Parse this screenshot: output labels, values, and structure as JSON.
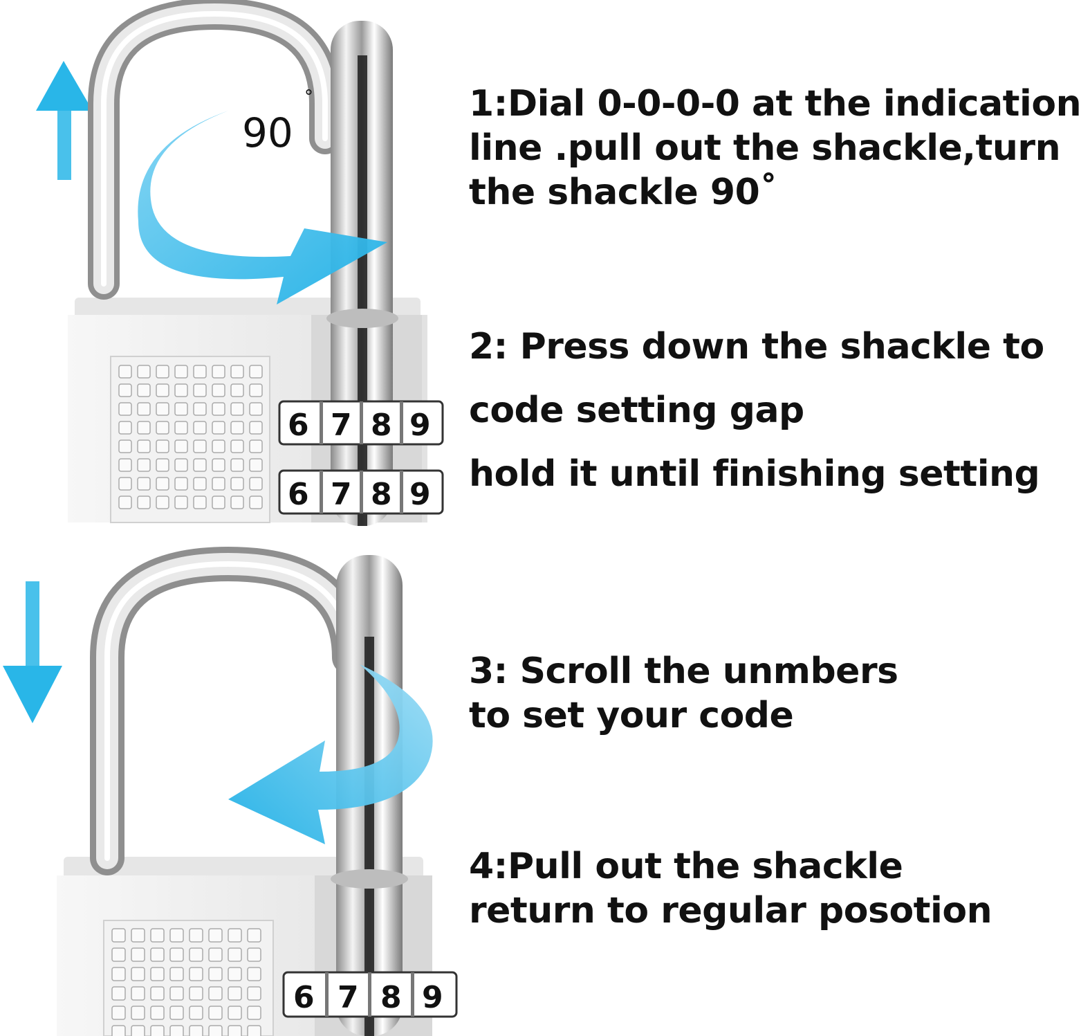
{
  "steps": [
    {
      "lines": [
        "1:Dial 0-0-0-0 at the indication",
        "line .pull out the shackle,turn",
        "the shackle 90˚"
      ]
    },
    {
      "lines": [
        "2:  Press down the shackle to",
        "code setting gap",
        "hold it until finishing setting"
      ]
    },
    {
      "lines": [
        "3:  Scroll the unmbers",
        "to set your code"
      ]
    },
    {
      "lines": [
        "4:Pull out the shackle",
        "return to regular posotion"
      ]
    }
  ],
  "illustration": {
    "rotation_label": "90",
    "degree_symbol": "°",
    "dial_digits": [
      "6",
      "7",
      "8",
      "9"
    ]
  },
  "colors": {
    "arrow": "#29b6e8",
    "text": "#111111",
    "lock_body": "#eeeeee",
    "chrome": "#c8c8c8"
  },
  "icons": {
    "up_arrow": "arrow-up-icon",
    "down_arrow": "arrow-down-icon",
    "curved_arrow": "curved-arrow-icon"
  }
}
